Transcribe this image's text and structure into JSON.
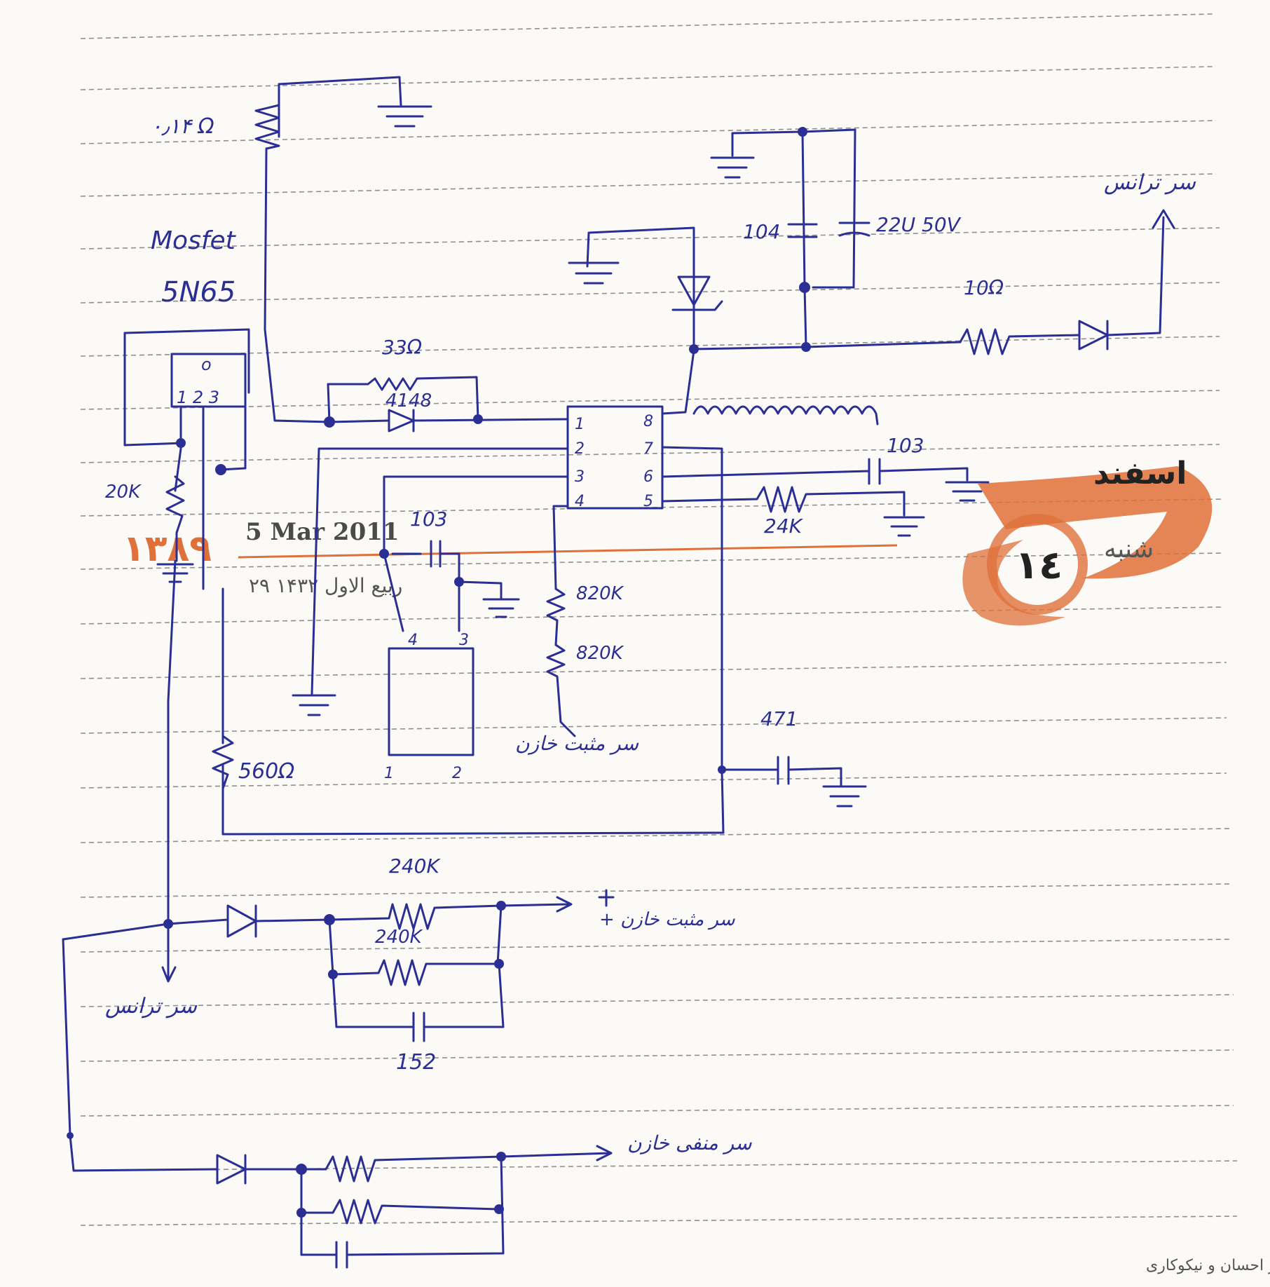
{
  "notebook": {
    "footer_text": "روز احسان و نیکوکاری",
    "date_badge": {
      "month": "اسفند",
      "weekday": "شنبه",
      "day": "١٤",
      "accent_color": "#e0703a"
    },
    "date_stamp": {
      "gregorian": "5 Mar 2011",
      "hijri": "۲۹ ربیع الاول ۱۴۳۲",
      "solar_year": "۱۳۸۹"
    }
  },
  "schematic": {
    "labels": {
      "shunt_resistor": "۰٫۱۴ Ω",
      "mosfet_name": "Mosfet",
      "mosfet_part": "5N65",
      "mosfet_pins": "1 2 3",
      "mosfet_top": "o",
      "r_gate": "20K",
      "r_33": "33Ω",
      "diode_4148": "4148",
      "c_104": "104",
      "c_22u": "22U 50V",
      "r_10": "10Ω",
      "out_top_label": "سر ترانس",
      "ic_pins_left": [
        "1",
        "2",
        "3",
        "4"
      ],
      "ic_pins_right": [
        "8",
        "7",
        "6",
        "5"
      ],
      "c_103_right": "103",
      "r_24k": "24K",
      "c_103_mid": "103",
      "r_820k_a": "820K",
      "r_820k_b": "820K",
      "fb_label": "سر مثبت خازن",
      "r_560": "560Ω",
      "pins_4": "4",
      "pins_3": "3",
      "pins_1": "1",
      "pins_2": "2",
      "c_471": "471",
      "r_240k_a": "240K",
      "r_240k_b": "240K",
      "c_152": "152",
      "pos_cap_label": "+ سر مثبت خازن",
      "trans_bottom_label": "سر ترانس",
      "neg_cap_label": "سر منفی خازن"
    }
  }
}
